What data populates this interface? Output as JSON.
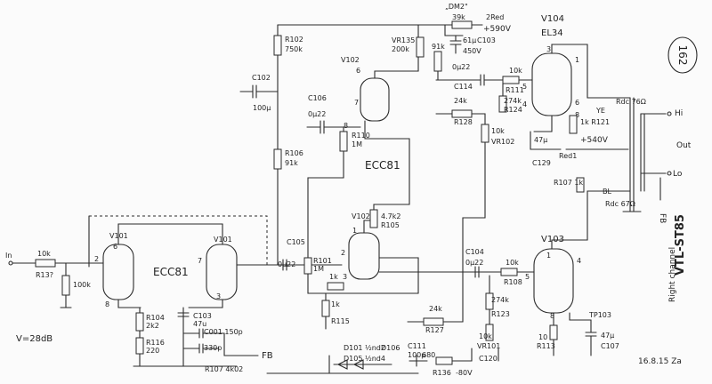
{
  "title": "VTL-ST85",
  "subtitle": "Right channel",
  "date": "16.8.15 Za",
  "page_number": "162",
  "gain_note": "V=28dB",
  "input": {
    "label": "In",
    "r_input": "10k",
    "r_input_id": "R13?",
    "r_grid": "100k"
  },
  "stage1": {
    "tube": "ECC81",
    "v1": "V101",
    "v2": "V101",
    "pins": [
      "2",
      "6",
      "7",
      "3",
      "8"
    ],
    "rk1": "R104",
    "rk1_val": "2k2",
    "rk2": "R116",
    "rk2_val": "220",
    "c1": "C103",
    "c1_val": "47u",
    "c2": "C001 150p",
    "c3": "330p",
    "c3_id": "R107 4k02",
    "fb": "FB"
  },
  "coupling": {
    "c105": "C105",
    "c105_val": "0µ22",
    "c106": "C106",
    "c106_val": "0µ22",
    "c102": "C102",
    "c102_val": "100µ",
    "c104": "C104",
    "c104_val": "0µ22"
  },
  "phase_splitter": {
    "tube": "ECC81",
    "v_top": "V102",
    "v_bot": "V102",
    "pin6": "6",
    "pin7": "7",
    "pin8": "8",
    "pin1": "1",
    "pin2": "2",
    "pin3": "3",
    "r102": "R102",
    "r102_val": "750k",
    "r106": "R106",
    "r106_val": "91k",
    "r110": "R110",
    "r110_val": "1M",
    "r101": "R101",
    "r101_val": "1M",
    "r105": "4.7k2",
    "r105_id": "R105",
    "r115": "R115",
    "r115_val": "1k",
    "rk": "1k"
  },
  "top_supply": {
    "dm2": "„DM2\"",
    "r39k": "39k",
    "r2red": "2Red",
    "hv": "+590V",
    "vr135": "VR135",
    "vr135_val": "200k",
    "c61": "61µ",
    "c103b": "C103",
    "c450": "450V",
    "r91k": "91k"
  },
  "output_top": {
    "tube_id": "V104",
    "tube": "EL34",
    "pins": [
      "3",
      "4",
      "5",
      "6",
      "1",
      "8"
    ],
    "r10k": "10k",
    "r111": "R111",
    "r274": "274k",
    "r124": "R124",
    "r24k": "24k",
    "r128": "R128",
    "c0u22": "0µ22",
    "c114": "C114",
    "vr": "10k",
    "vr_id": "VR102",
    "r1k": "1k R121",
    "c47": "47µ",
    "c129": "C129",
    "ye": "YE",
    "rdc": "Rdc 76Ω",
    "hv2": "+540V",
    "red1": "Red1"
  },
  "output_bot": {
    "tube_id": "V103",
    "pins": [
      "1",
      "4",
      "5",
      "8"
    ],
    "r10k": "10k",
    "r108": "R108",
    "r274": "274k",
    "r123": "R123",
    "r24k": "24k",
    "r127": "R127",
    "vr": "10k",
    "vr_id": "VR101",
    "r10": "10",
    "r113": "R113",
    "c47": "47µ",
    "c107": "C107",
    "trp": "TP103",
    "bl": "BL",
    "rdc": "Rdc 67Ω",
    "r107": "R107 1k"
  },
  "transformer": {
    "hi": "Hi",
    "out": "Out",
    "lo": "Lo",
    "fb": "FB"
  },
  "bias": {
    "d1": "D101 ½nd2",
    "d2": "D106",
    "d3": "D105 ½nd4",
    "c": "C111",
    "c_val": "100µ",
    "r": "R136",
    "neg": "-80V",
    "cext": "C120",
    "r680": "680"
  }
}
